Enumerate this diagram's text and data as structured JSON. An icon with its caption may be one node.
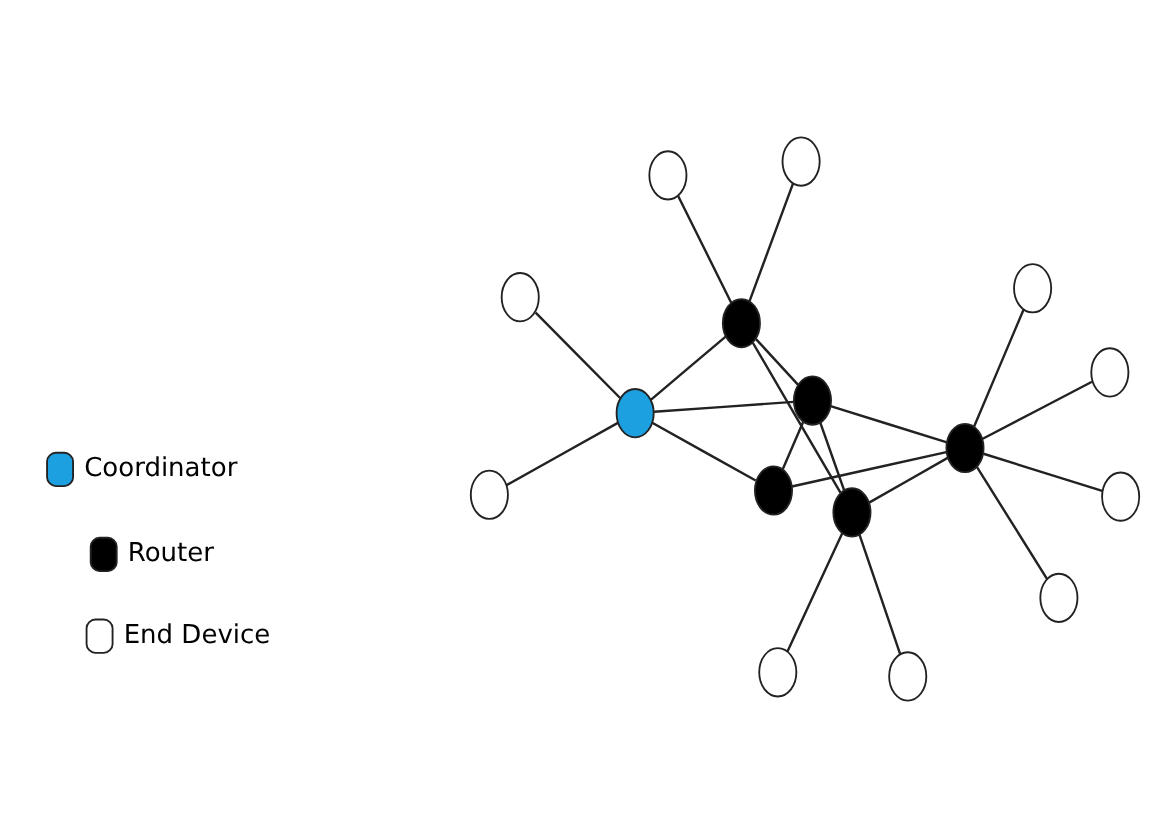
{
  "diagram": {
    "nodes": [
      {
        "text": [],
        "shape": "circle"
      },
      {
        "text": [],
        "shape": "circle"
      },
      {
        "text": [],
        "shape": "circle"
      },
      {
        "text": [],
        "shape": "circle"
      },
      {
        "text": [],
        "shape": "circle"
      },
      {
        "text": [],
        "shape": "circle"
      },
      {
        "text": [],
        "shape": "circle"
      },
      {
        "text": [],
        "shape": "circle"
      },
      {
        "text": [],
        "shape": "circle"
      },
      {
        "text": [],
        "shape": "circle"
      },
      {
        "text": [],
        "shape": "circle"
      },
      {
        "text": [],
        "shape": "circle"
      },
      {
        "text": [],
        "shape": "circle"
      },
      {
        "text": [],
        "shape": "circle"
      },
      {
        "text": [],
        "shape": "circle"
      },
      {
        "text": [],
        "shape": "circle"
      }
    ],
    "edges": [
      {
        "from": 4,
        "to": 0,
        "arrow": "none"
      },
      {
        "from": 4,
        "to": 2,
        "arrow": "none"
      },
      {
        "from": 4,
        "to": 5,
        "arrow": "none"
      },
      {
        "from": 4,
        "to": 8,
        "arrow": "none"
      },
      {
        "from": 4,
        "to": 6,
        "arrow": "none"
      },
      {
        "from": 5,
        "to": 1,
        "arrow": "none"
      },
      {
        "from": 5,
        "to": 3,
        "arrow": "none"
      },
      {
        "from": 5,
        "to": 6,
        "arrow": "none"
      },
      {
        "from": 5,
        "to": 9,
        "arrow": "none"
      },
      {
        "from": 6,
        "to": 8,
        "arrow": "none"
      },
      {
        "from": 6,
        "to": 9,
        "arrow": "none"
      },
      {
        "from": 6,
        "to": 11,
        "arrow": "none"
      },
      {
        "from": 8,
        "to": 11,
        "arrow": "none"
      },
      {
        "from": 9,
        "to": 7,
        "arrow": "none"
      },
      {
        "from": 9,
        "to": 11,
        "arrow": "none"
      },
      {
        "from": 9,
        "to": 10,
        "arrow": "none"
      },
      {
        "from": 11,
        "to": 12,
        "arrow": "none"
      },
      {
        "from": 11,
        "to": 13,
        "arrow": "none"
      },
      {
        "from": 11,
        "to": 14,
        "arrow": "none"
      },
      {
        "from": 11,
        "to": 15,
        "arrow": "none"
      }
    ],
    "legend": [
      {
        "text": "Coordinator",
        "color": "#1ca0e0"
      },
      {
        "text": "Router",
        "color": "#000000"
      },
      {
        "text": "End Device",
        "color": "#ffffff"
      }
    ]
  }
}
